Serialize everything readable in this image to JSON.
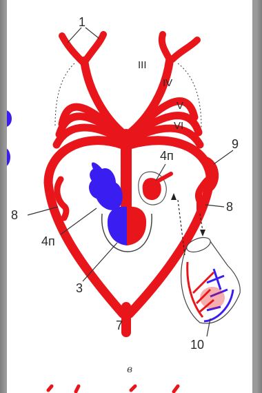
{
  "figure": {
    "caption": "в",
    "colors": {
      "arterial": "#e8161a",
      "venous": "#3a1df0",
      "background": "#ffffff",
      "frame": "#8c8c8c"
    },
    "labels": {
      "l1": "1",
      "arch3": "III",
      "arch4": "IV",
      "arch5": "V",
      "arch6": "VI",
      "l9": "9",
      "l8_left": "8",
      "l8_right": "8",
      "l4p_right": "4п",
      "l4p_left": "4п",
      "l3": "3",
      "l7": "7",
      "l10": "10"
    }
  }
}
